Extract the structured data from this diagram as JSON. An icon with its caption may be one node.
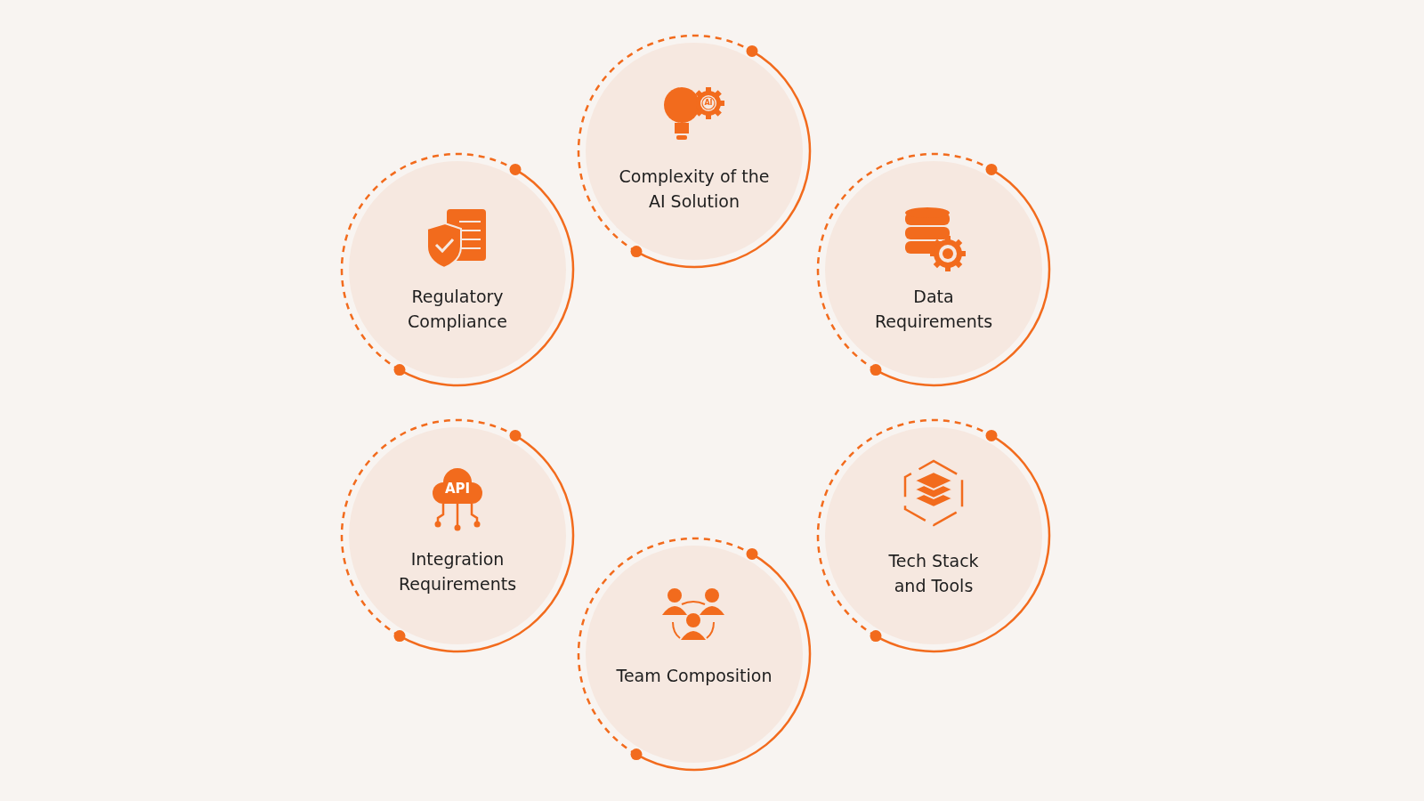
{
  "diagram": {
    "nodes": [
      {
        "text": [
          "AI",
          "Complexity of the AI Solution"
        ]
      },
      {
        "text": [
          "Regulatory Compliance"
        ]
      },
      {
        "text": [
          "Data Requirements"
        ]
      },
      {
        "text": [
          "API",
          "Integration Requirements"
        ]
      },
      {
        "text": [
          "Tech Stack and Tools"
        ]
      },
      {
        "text": [
          "Team Composition"
        ]
      }
    ]
  }
}
